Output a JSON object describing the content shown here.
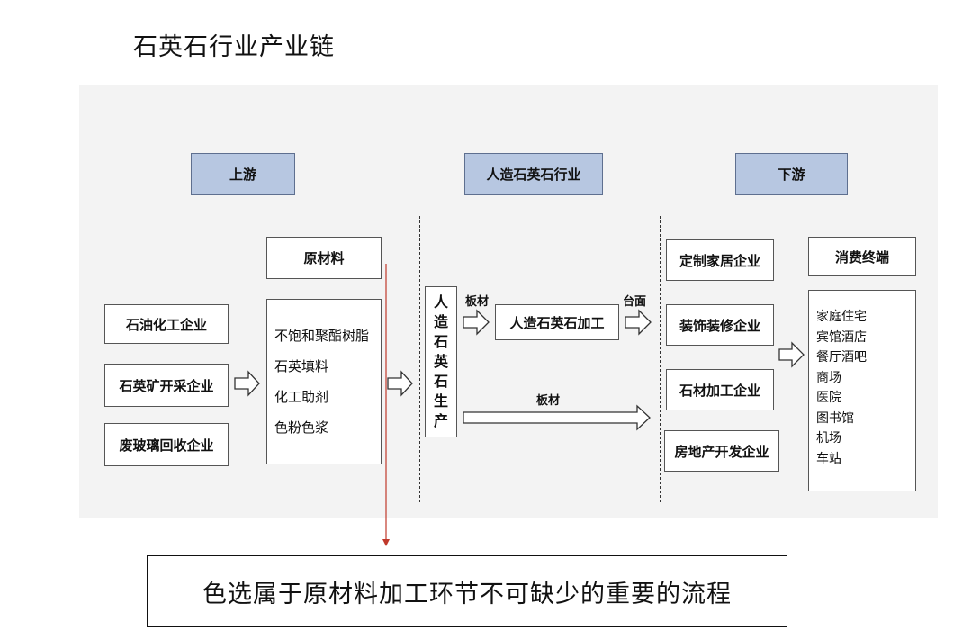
{
  "title": "石英石行业产业链",
  "headers": {
    "upstream": "上游",
    "middle": "人造石英石行业",
    "downstream": "下游"
  },
  "upstream_sources": [
    "石油化工企业",
    "石英矿开采企业",
    "废玻璃回收企业"
  ],
  "raw_material": {
    "label": "原材料",
    "items": [
      "不饱和聚酯树脂",
      "石英填料",
      "化工助剂",
      "色粉色浆"
    ]
  },
  "production": {
    "chars": [
      "人",
      "造",
      "石",
      "英",
      "石",
      "生",
      "产"
    ],
    "processing": "人造石英石加工",
    "label_board_upper": "板材",
    "label_board_lower": "板材",
    "label_countertop": "台面"
  },
  "downstream_enterprises": [
    "定制家居企业",
    "装饰装修企业",
    "石材加工企业",
    "房地产开发企业"
  ],
  "consumer": {
    "label": "消费终端",
    "items": [
      "家庭住宅",
      "宾馆酒店",
      "餐厅酒吧",
      "商场",
      "医院",
      "图书馆",
      "机场",
      "车站"
    ]
  },
  "annotation": "色选属于原材料加工环节不可缺少的重要的流程",
  "colors": {
    "header_fill": "#b7c7e1",
    "panel_bg": "#f3f3f3",
    "annotation_line": "#c0392b"
  }
}
